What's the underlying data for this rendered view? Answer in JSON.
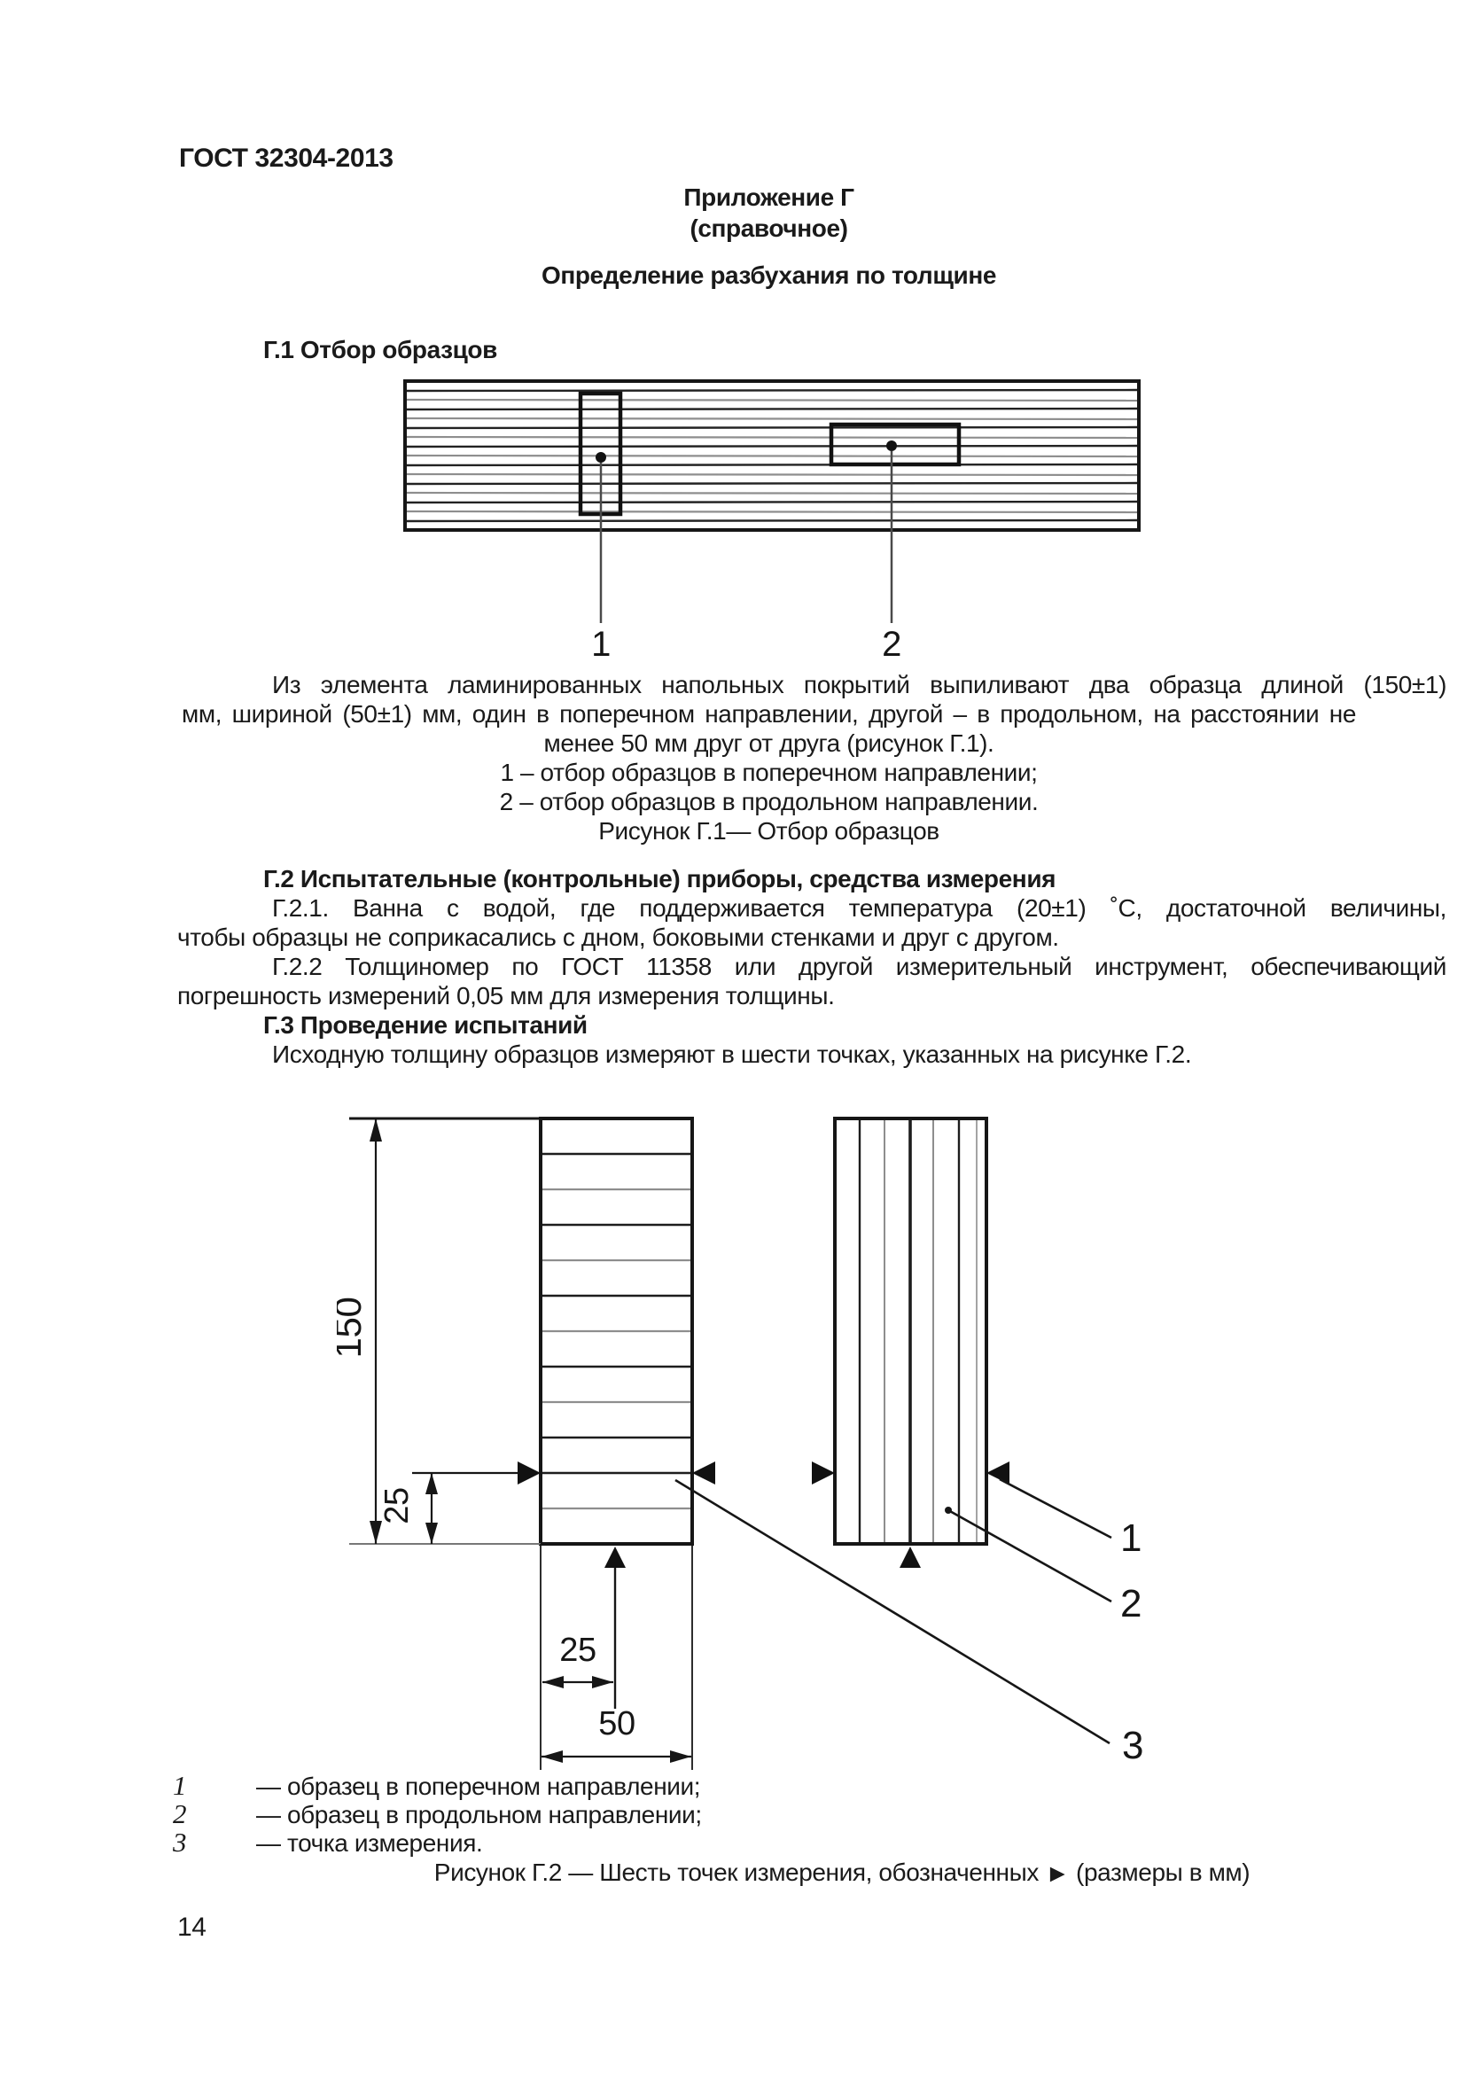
{
  "page": {
    "header": "ГОСТ 32304-2013",
    "page_number": "14"
  },
  "appendix": {
    "title": "Приложение Г",
    "subtitle": "(справочное)",
    "heading": "Определение разбухания по толщине"
  },
  "section_g1": {
    "heading": "Г.1 Отбор образцов",
    "paragraph_line1": "Из элемента ламинированных напольных покрытий выпиливают два образца длиной (150±1)",
    "paragraph_line2": "мм, шириной (50±1) мм, один в поперечном направлении, другой – в продольном, на расстоянии не",
    "paragraph_line3": "менее 50 мм друг от друга (рисунок Г.1).",
    "legend_item1": "1 – отбор образцов в поперечном направлении;",
    "legend_item2": "2 – отбор образцов в продольном направлении.",
    "figure_caption": "Рисунок Г.1— Отбор образцов",
    "figure": {
      "label_1": "1",
      "label_2": "2"
    }
  },
  "section_g2": {
    "heading": "Г.2 Испытательные (контрольные) приборы, средства измерения",
    "clause_g21_line1": "Г.2.1. Ванна с водой, где поддерживается температура (20±1) ˚С, достаточной величины,",
    "clause_g21_line2": "чтобы образцы не соприкасались с дном, боковыми стенками и друг с другом.",
    "clause_g22_line1": "Г.2.2 Толщиномер по ГОСТ 11358 или другой измерительный инструмент, обеспечивающий",
    "clause_g22_line2": "погрешность измерений 0,05 мм для измерения толщины."
  },
  "section_g3": {
    "heading": "Г.3 Проведение испытаний",
    "paragraph": "Исходную толщину образцов измеряют в шести точках, указанных на рисунке Г.2."
  },
  "figure_g2": {
    "dim_150": "150",
    "dim_25_vertical": "25",
    "dim_25_horizontal": "25",
    "dim_50": "50",
    "label_1": "1",
    "label_2": "2",
    "label_3": "3",
    "legend": [
      {
        "num": "1",
        "text": "— образец в поперечном направлении;"
      },
      {
        "num": "2",
        "text": "— образец в продольном направлении;"
      },
      {
        "num": "3",
        "text": "— точка измерения."
      }
    ],
    "caption_prefix": "Рисунок Г.2 —  Шесть точек измерения, обозначенных",
    "caption_marker": "►",
    "caption_suffix": "(размеры в мм)"
  }
}
